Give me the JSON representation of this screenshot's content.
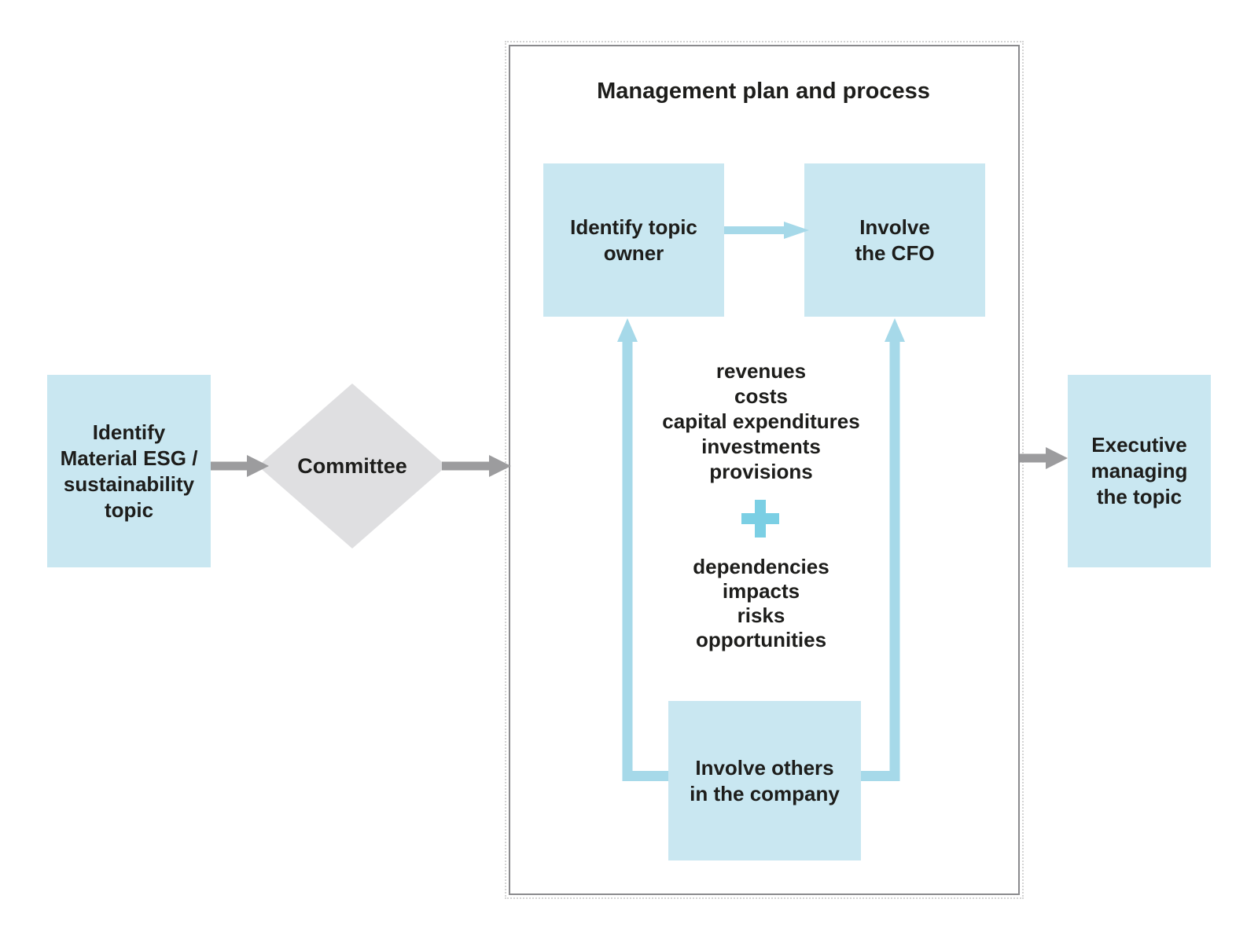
{
  "figure": {
    "flow": {
      "step1_label": "Identify\nMaterial ESG /\nsustainability\ntopic",
      "decision_label": "Committee",
      "final_label": "Executive\nmanaging\nthe topic"
    },
    "panel": {
      "title": "Management plan and process",
      "identify_owner_label": "Identify topic\nowner",
      "involve_cfo_label": "Involve\nthe CFO",
      "involve_others_label": "Involve others\nin the company",
      "financial_items": "revenues\ncosts\ncapital expenditures\ninvestments\nprovisions",
      "plus_symbol": "+",
      "esg_items": "dependencies\nimpacts\nrisks\nopportunities"
    },
    "colors": {
      "node_fill": "#c9e7f1",
      "accent_blue": "#a6d9e9",
      "plus_blue": "#7bcfe4",
      "arrow_gray": "#9c9c9e",
      "decision_fill": "#dfdfe1",
      "panel_border": "#8a8a8d",
      "text": "#1d1d1b"
    }
  }
}
